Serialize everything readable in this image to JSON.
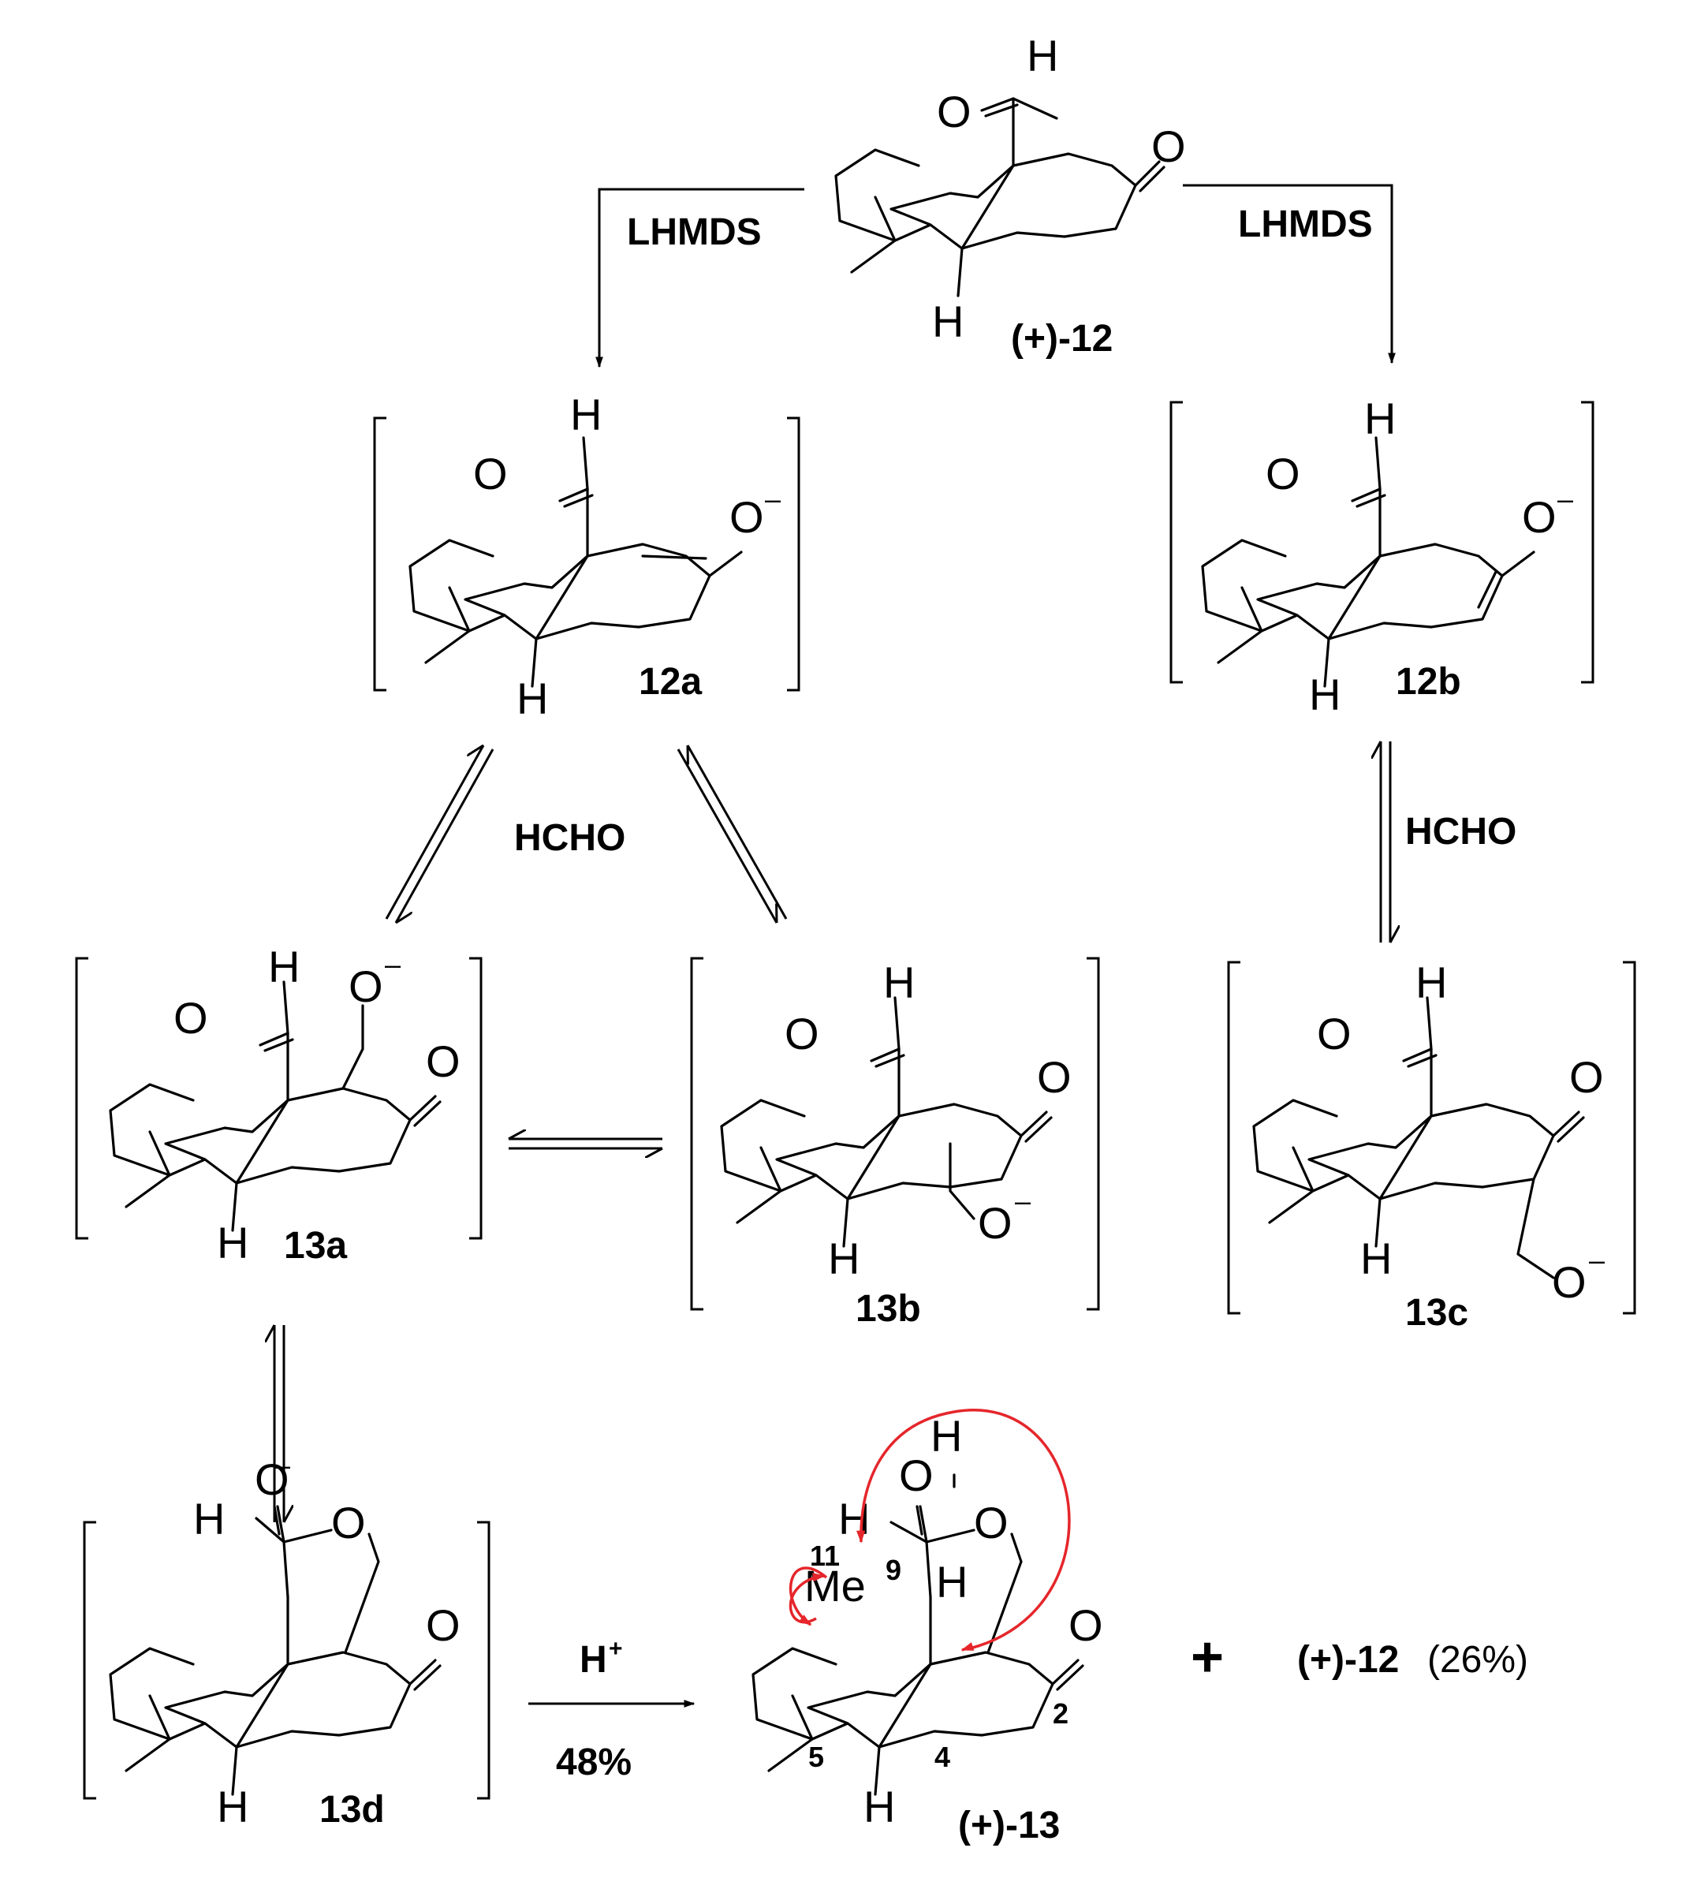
{
  "scheme": {
    "compounds": {
      "c12": "(+)-12",
      "c12a": "12a",
      "c12b": "12b",
      "c13a": "13a",
      "c13b": "13b",
      "c13c": "13c",
      "c13d": "13d",
      "c13": "(+)-13"
    },
    "reagents": {
      "lhmds_left": "LHMDS",
      "lhmds_right": "LHMDS",
      "hcho_left": "HCHO",
      "hcho_right": "HCHO",
      "acid": "H",
      "acid_charge": "+",
      "yield_13": "48%"
    },
    "byproduct": {
      "plus": "+",
      "compound": "(+)-12",
      "yield": "(26%)"
    },
    "atoms": {
      "H": "H",
      "O": "O",
      "Me": "Me",
      "minus": "–"
    },
    "locants": {
      "n11": "11",
      "n9": "9",
      "n2": "2",
      "n4": "4",
      "n5": "5"
    },
    "colors": {
      "ink": "#000000",
      "noe_arrow": "#e5262b"
    }
  }
}
